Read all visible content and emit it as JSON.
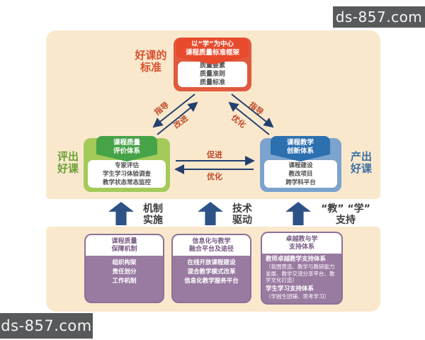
{
  "watermark": {
    "text": "ds-857.com"
  },
  "palette": {
    "panel_bg": "#fae8cd",
    "red_box": "#e05a3d",
    "red_ribbon": "#e84a2e",
    "red_label": "#d9502c",
    "green_box": "#a4ca5a",
    "green_ribbon": "#46a348",
    "green_label": "#6aa033",
    "blue_box": "#7ba3cd",
    "blue_ribbon": "#2c70af",
    "blue_label": "#3d6fa3",
    "purple_box": "#997aa1",
    "purple_text": "#7a5c84",
    "arrow_navy": "#24406e",
    "block_arrow": "#2d5286",
    "arrow_label_red": "#bf4a2a",
    "watermark_bg": "#58595b"
  },
  "top_panel": {
    "standard_label": {
      "line1": "好课的",
      "line2": "标准"
    },
    "evaluate_label": {
      "line1": "评出",
      "line2": "好课"
    },
    "produce_label": {
      "line1": "产出",
      "line2": "好课"
    },
    "framework_box": {
      "title_line1": "以“学”为中心",
      "title_line2": "课程质量标准框架",
      "items": [
        "质量要素",
        "质量准则",
        "质量标准"
      ]
    },
    "evaluation_box": {
      "title_line1": "课程质量",
      "title_line2": "评价体系",
      "items": [
        "专家评估",
        "学生学习体验调查",
        "教学状态常态监控"
      ]
    },
    "innovation_box": {
      "title_line1": "课程教学",
      "title_line2": "创新体系",
      "items": [
        "课程建设",
        "教改项目",
        "跨学科平台"
      ]
    },
    "arrow_labels": {
      "left_outer": "指导",
      "left_inner": "改进",
      "right_outer": "指导",
      "right_inner": "优化",
      "mid_top": "促进",
      "mid_bottom": "优化"
    }
  },
  "middle_band": {
    "arrows": [
      {
        "line1": "机制",
        "line2": "实施"
      },
      {
        "line1": "技术",
        "line2": "驱动"
      },
      {
        "line1": "“教” “学”",
        "line2": "支持"
      }
    ]
  },
  "bottom_panel": {
    "boxes": [
      {
        "title_line1": "课程质量",
        "title_line2": "保障机制",
        "items": [
          "组织构架",
          "责任划分",
          "工作机制"
        ]
      },
      {
        "title_line1": "信息化与教学",
        "title_line2": "融合平台及途径",
        "items": [
          "在线开放课程建设",
          "混合教学模式改革",
          "信息化教学服务平台"
        ]
      },
      {
        "title_line1": "卓越教与学",
        "title_line2": "支持体系",
        "entries": [
          {
            "heading": "教师卓越教学支持体系",
            "detail": "（氛围营造、教学与教研能力发展、教学交流分享平台、教学文化打造）"
          },
          {
            "heading": "学生学习支持体系",
            "detail": "（学困生团辅、思考学习）"
          }
        ]
      }
    ]
  }
}
